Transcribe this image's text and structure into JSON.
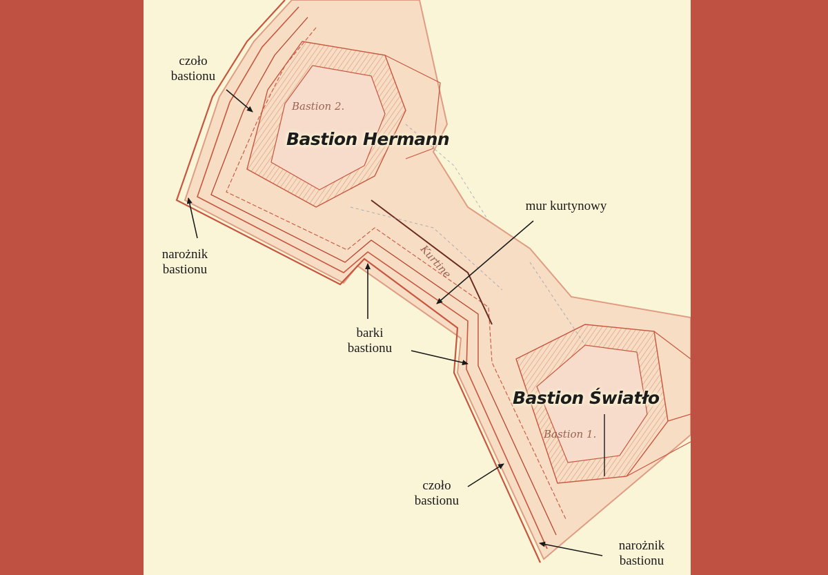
{
  "accent": "#bf5142",
  "paper": "#fbf5d8",
  "ink": "#c8553e",
  "bastions": [
    {
      "name": "Bastion Hermann",
      "plan_note": "Bastion 2."
    },
    {
      "name": "Bastion Światło",
      "plan_note": "Bastion 1."
    }
  ],
  "labels": {
    "czolo_top": "czoło\nbastionu",
    "naroznik_top": "narożnik\nbastionu",
    "mur": "mur kurtynowy",
    "barki": "barki\nbastionu",
    "czolo_bottom": "czoło\nbastionu",
    "naroznik_bottom": "narożnik\nbastionu"
  },
  "plan_notes": {
    "curtain": "Kurtine"
  }
}
